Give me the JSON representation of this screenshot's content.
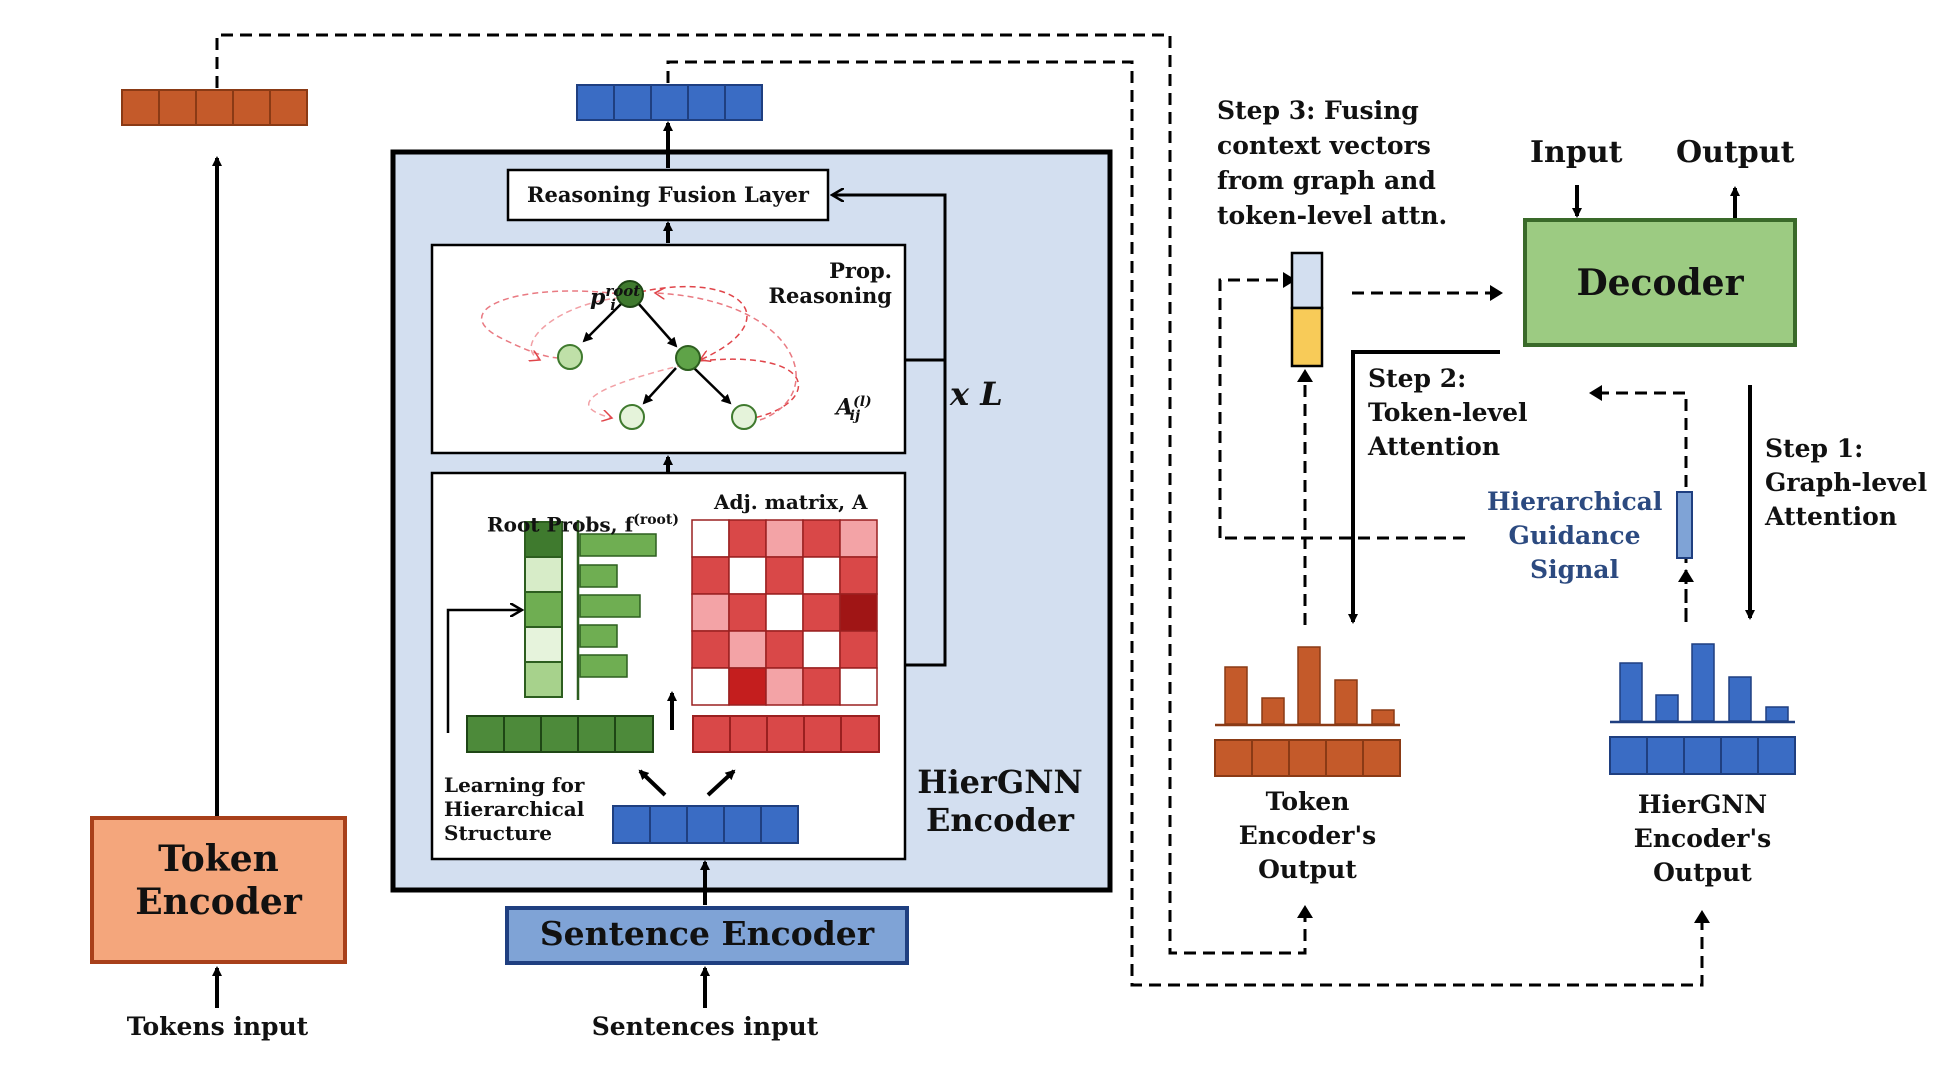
{
  "token_encoder": {
    "title": "Token\nEncoder",
    "input_label": "Tokens input"
  },
  "sentence_encoder": {
    "title": "Sentence Encoder",
    "input_label": "Sentences input"
  },
  "hiergnn": {
    "title": "HierGNN\nEncoder",
    "fusion_layer": "Reasoning Fusion Layer",
    "prop_reasoning": "Prop. Reasoning",
    "root_node": "p",
    "root_sup": "root",
    "root_sub": "i",
    "adj_symbol": "A",
    "adj_sup": "(l)",
    "adj_sub": "ij",
    "repeat_label": "x L",
    "root_probs_label": "Root Probs, f",
    "root_probs_sup": "(root)",
    "adj_matrix_label": "Adj. matrix, A",
    "learning_label": "Learning for\nHierarchical\nStructure"
  },
  "decoder": {
    "title": "Decoder",
    "input_label": "Input",
    "output_label": "Output"
  },
  "steps": {
    "step1": "Step 1:\nGraph-level\nAttention",
    "step2": "Step 2:\nToken-level\nAttention",
    "step3": "Step 3: Fusing\ncontext vectors\nfrom graph and\ntoken-level attn."
  },
  "guidance_label": "Hierarchical\nGuidance\nSignal",
  "token_output_label": "Token\nEncoder's\nOutput",
  "hiergnn_output_label": "HierGNN\nEncoder's\nOutput",
  "colors": {
    "orange": "#c45a2a",
    "orange_fill": "#f4a67c",
    "blue": "#3a6cc4",
    "blue_fill": "#7fa3d6",
    "light_blue_panel": "#d3dff0",
    "green": "#4d8a3a",
    "green_fill": "#9ccb82",
    "red": "#d94848",
    "guidance_text": "#2c4a80"
  }
}
